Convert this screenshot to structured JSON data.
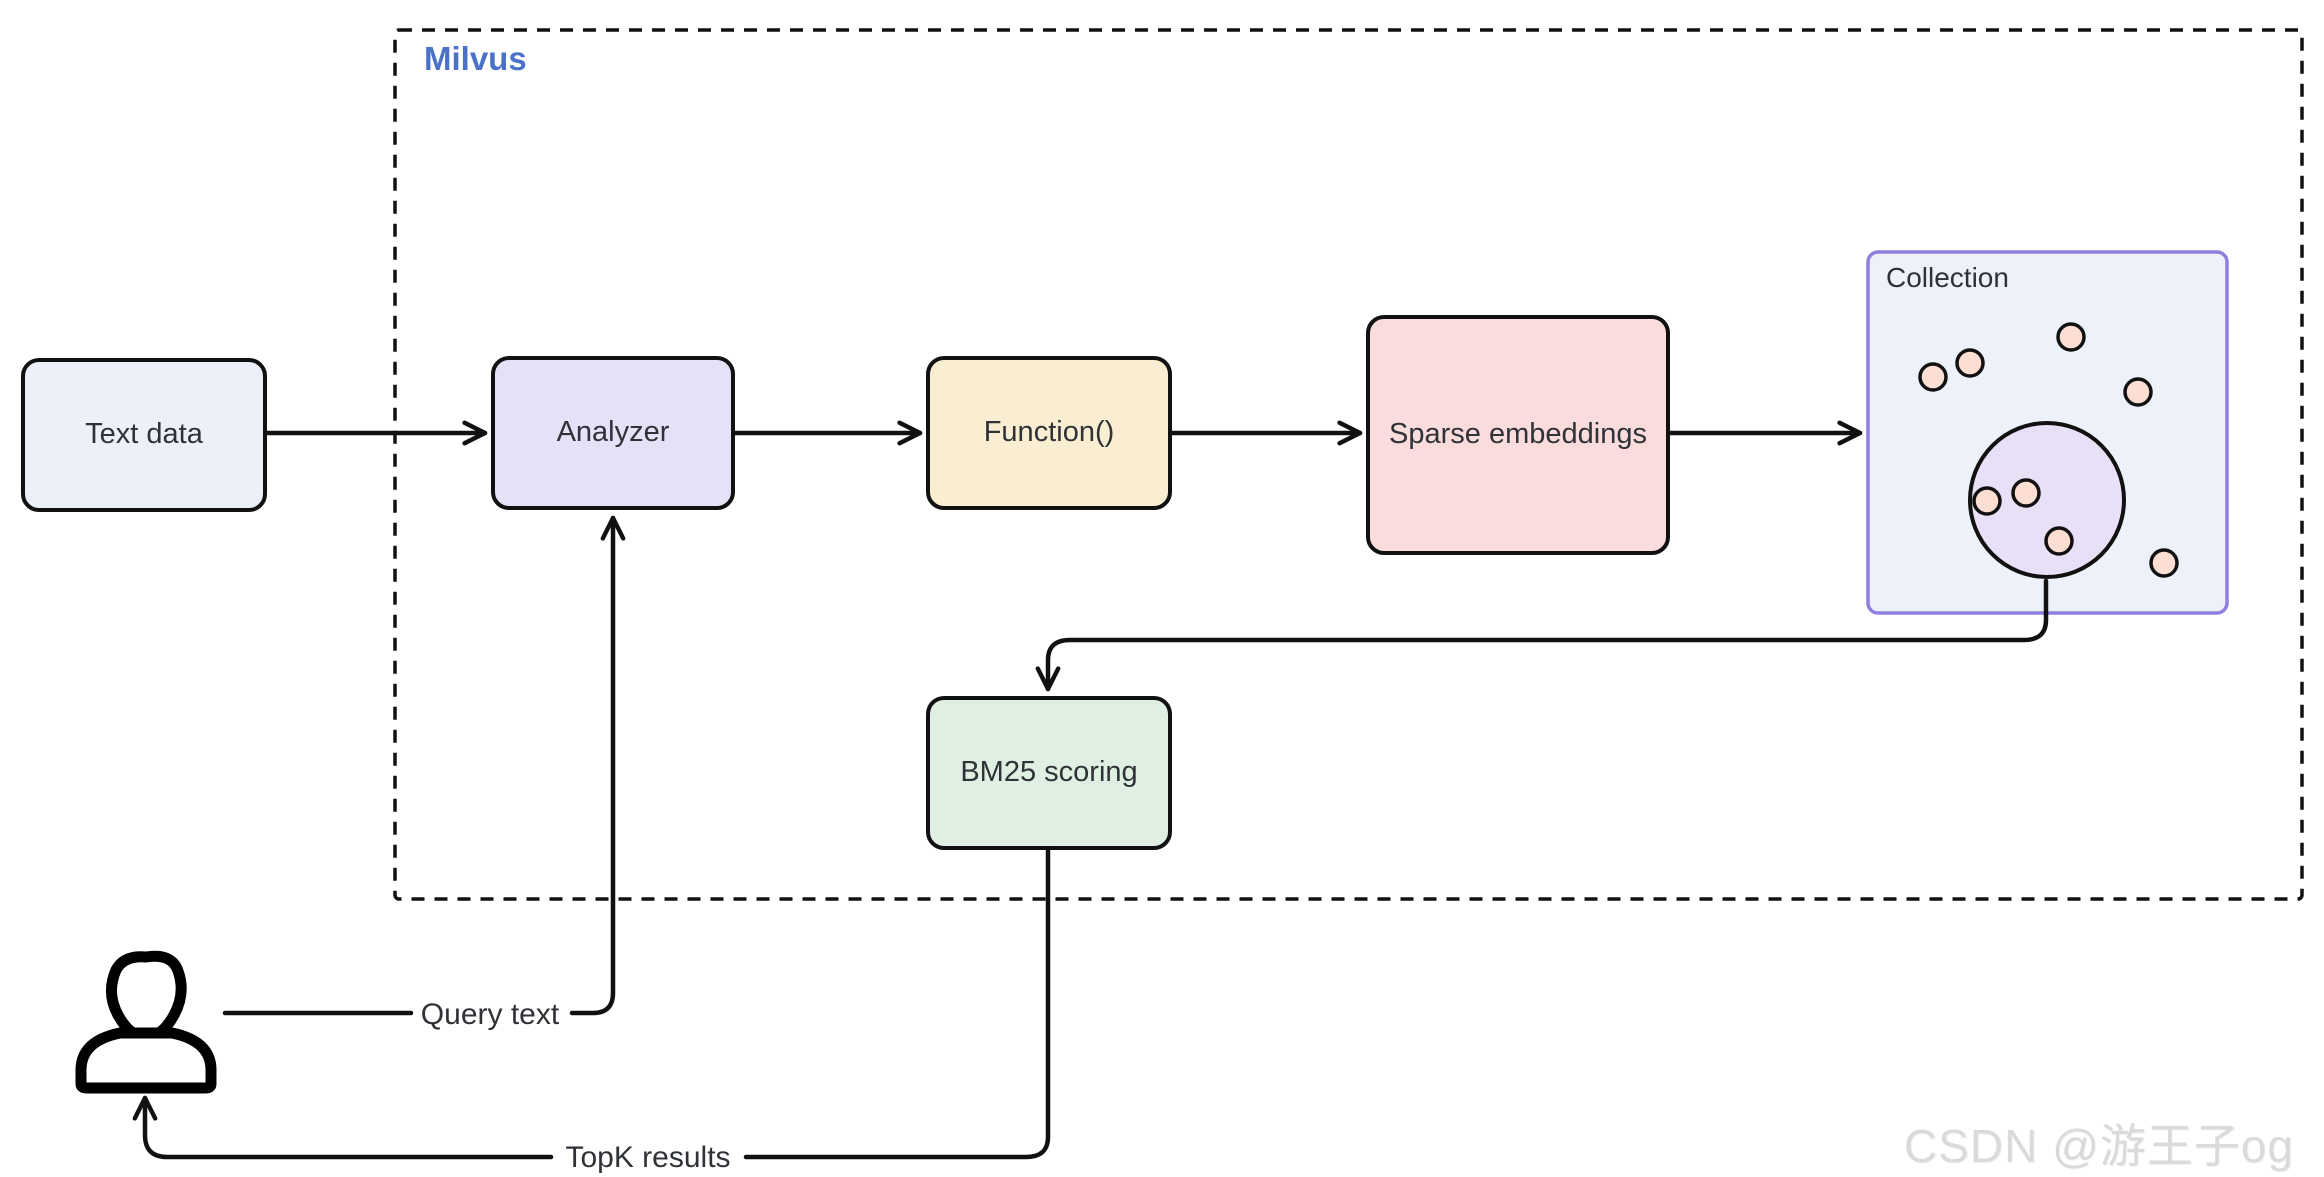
{
  "diagram": {
    "container": {
      "title": "Milvus",
      "title_color": "#4a72c8"
    },
    "nodes": {
      "text_data": {
        "label": "Text data",
        "fill": "#ecf1f9"
      },
      "analyzer": {
        "label": "Analyzer",
        "fill": "#e7e1f8"
      },
      "function_node": {
        "label": "Function()",
        "fill": "#faeed2"
      },
      "sparse_embeddings": {
        "label": "Sparse embeddings",
        "fill": "#fbdcdc"
      },
      "collection": {
        "label": "Collection",
        "fill": "#ecf1fa",
        "border_color": "#8f7fe0",
        "cluster_fill": "#e8e0f7",
        "dot_fill": "#fcdfd2"
      },
      "bm25": {
        "label": "BM25 scoring",
        "fill": "#dff0e3"
      }
    },
    "edge_labels": {
      "query_text": "Query text",
      "topk_results": "TopK results"
    },
    "line_color": "#111111",
    "watermark": {
      "text": "CSDN @游王子og",
      "color": "#dadada"
    }
  }
}
